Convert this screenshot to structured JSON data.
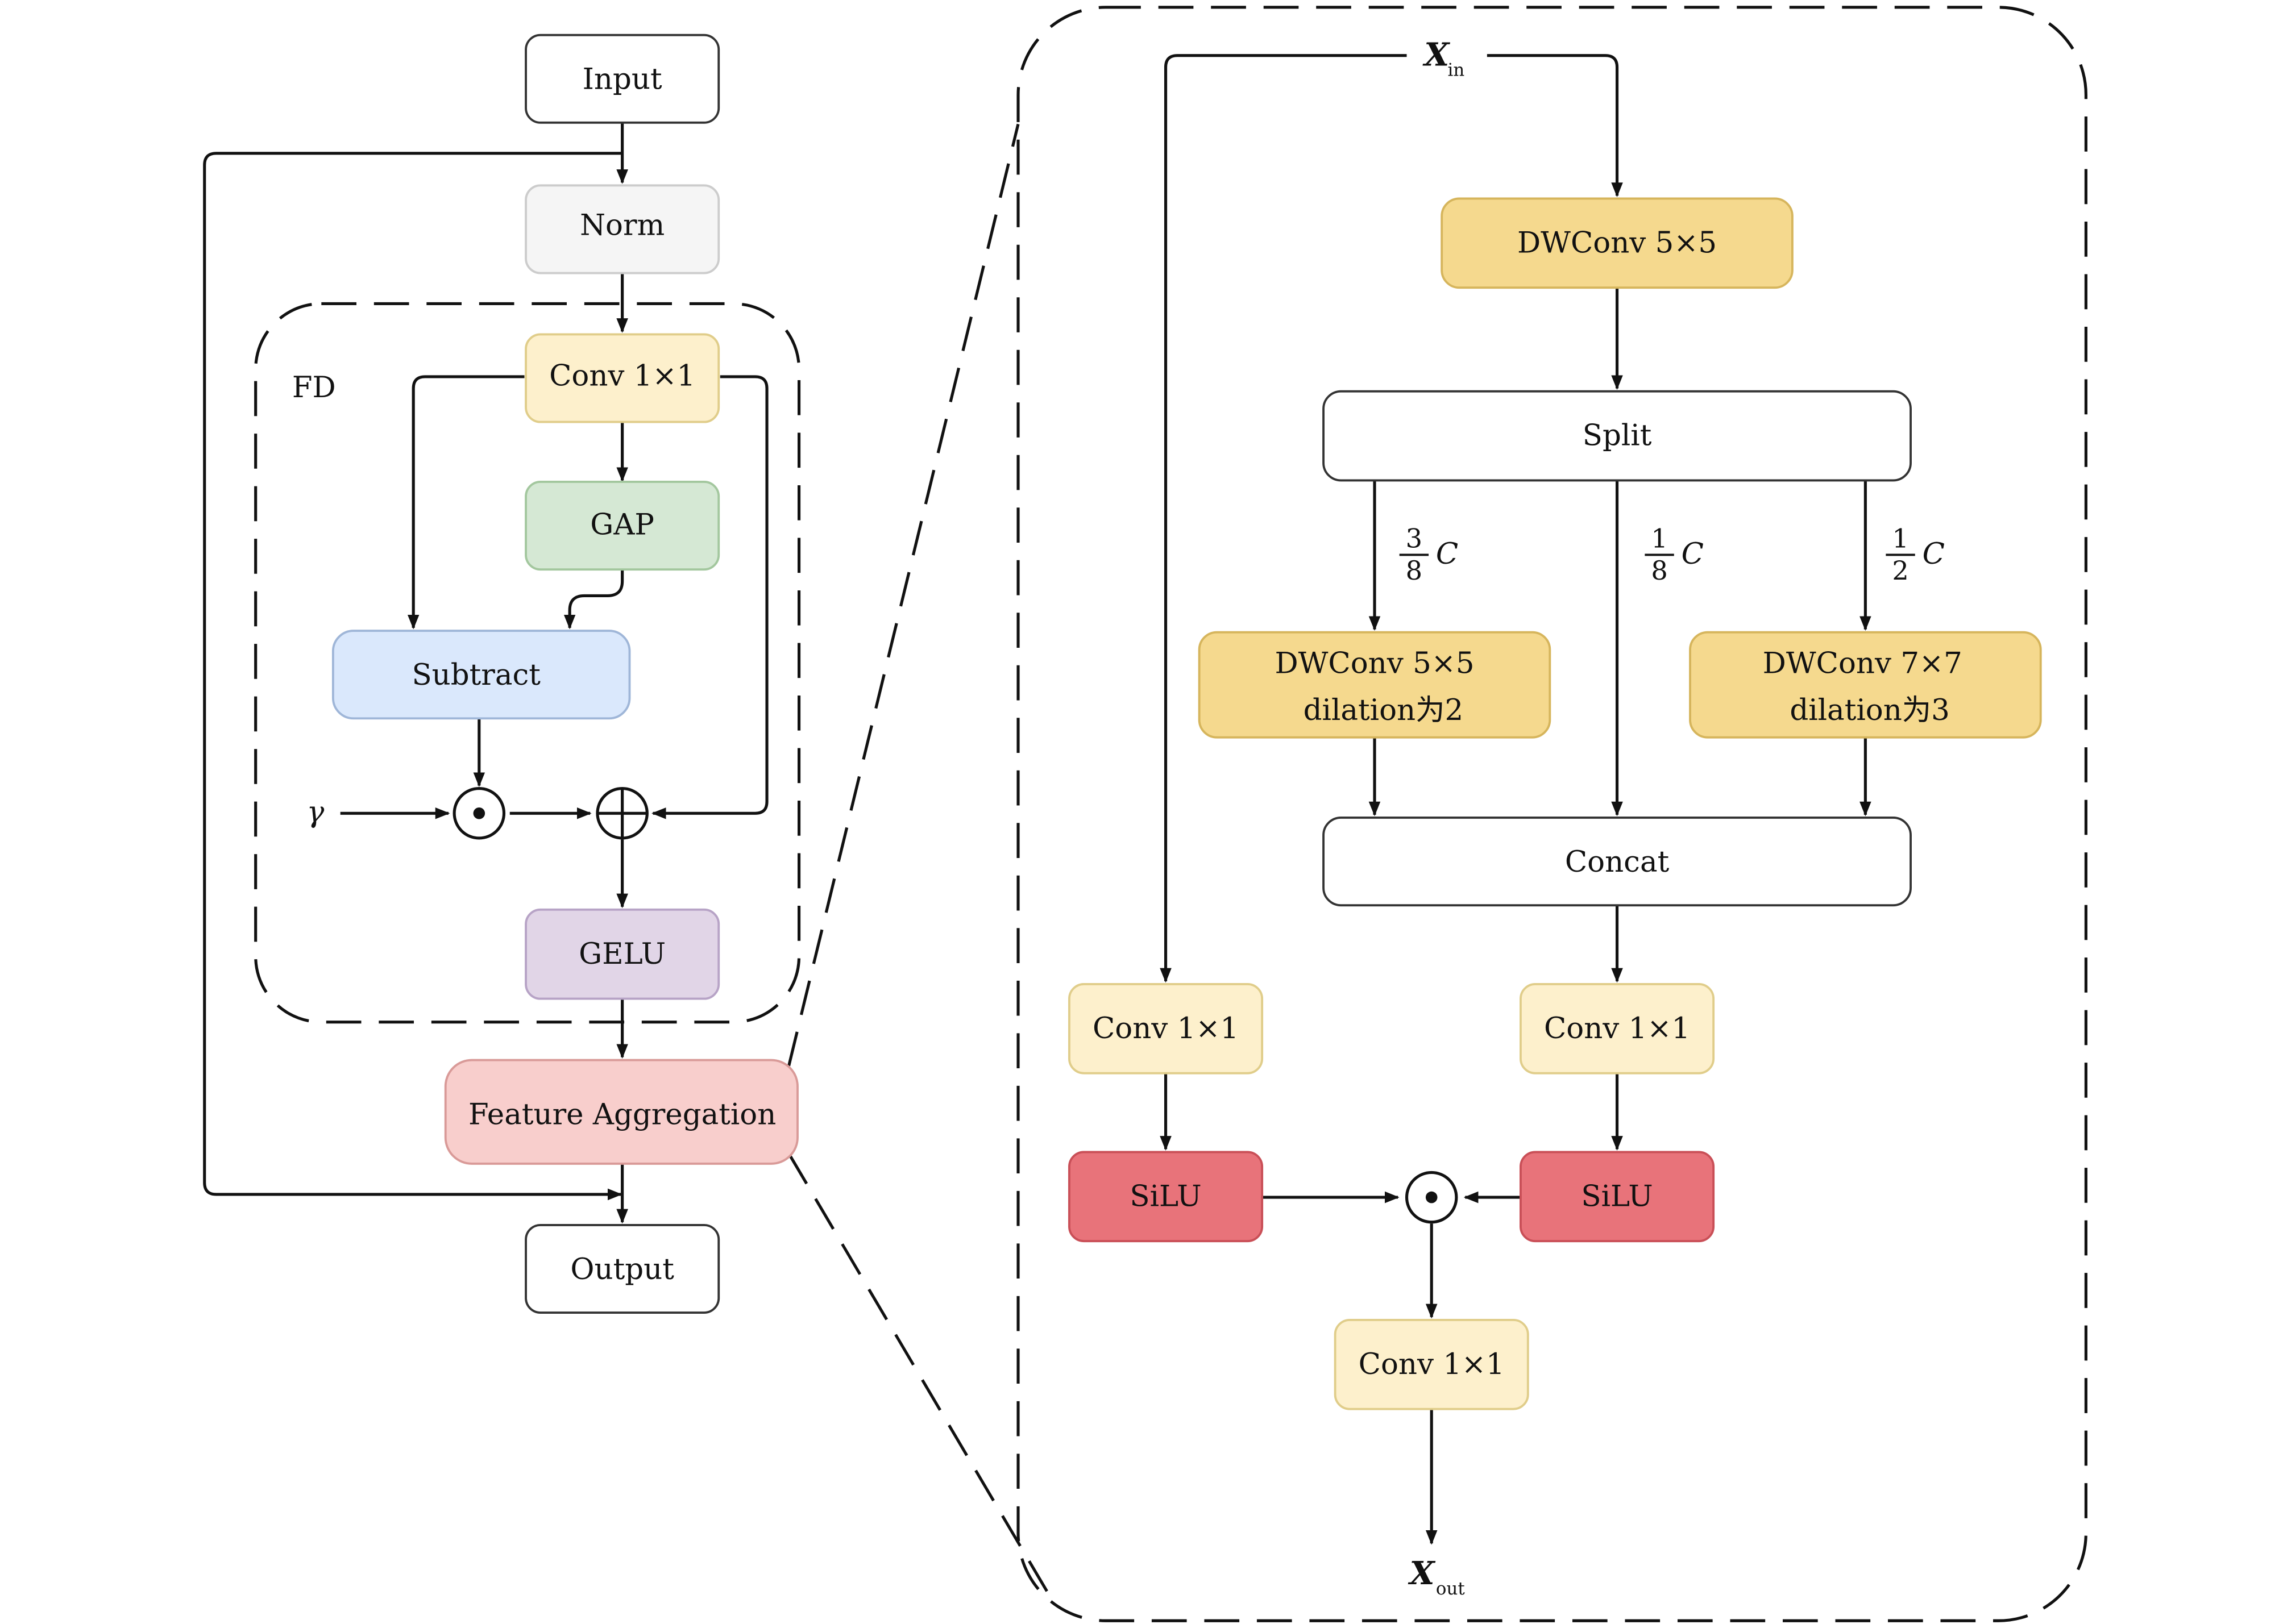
{
  "colors": {
    "white": "#ffffff",
    "norm": "#f5f5f5",
    "conv": "#fdf0cc",
    "gap": "#d5e8d4",
    "subtract": "#dae8fc",
    "gelu": "#e1d5e7",
    "feature_aggregation": "#f8cecc",
    "dwconv": "#f5d98e",
    "silu": "#e8737a",
    "detail_bg": "#f7f7f7"
  },
  "left": {
    "input": "Input",
    "norm": "Norm",
    "fd_label": "FD",
    "conv": "Conv 1×1",
    "gap": "GAP",
    "subtract": "Subtract",
    "gamma": "γ",
    "multiply_op": "⊙",
    "add_op": "⊕",
    "gelu": "GELU",
    "feature_aggregation": "Feature Aggregation",
    "output": "Output"
  },
  "right": {
    "x_in": {
      "base": "X",
      "sub": "in"
    },
    "dwconv_top": "DWConv 5×5",
    "split": "Split",
    "split_labels": [
      {
        "num": "3",
        "den": "8",
        "var": "C"
      },
      {
        "num": "1",
        "den": "8",
        "var": "C"
      },
      {
        "num": "1",
        "den": "2",
        "var": "C"
      }
    ],
    "dwconv_left": {
      "line1": "DWConv 5×5",
      "line2": "dilation为2"
    },
    "dwconv_right": {
      "line1": "DWConv 7×7",
      "line2": "dilation为3"
    },
    "concat": "Concat",
    "conv_left": "Conv 1×1",
    "conv_mid": "Conv 1×1",
    "silu_left": "SiLU",
    "silu_right": "SiLU",
    "multiply_op": "⊙",
    "conv_out": "Conv 1×1",
    "x_out": {
      "base": "X",
      "sub": "out"
    }
  }
}
